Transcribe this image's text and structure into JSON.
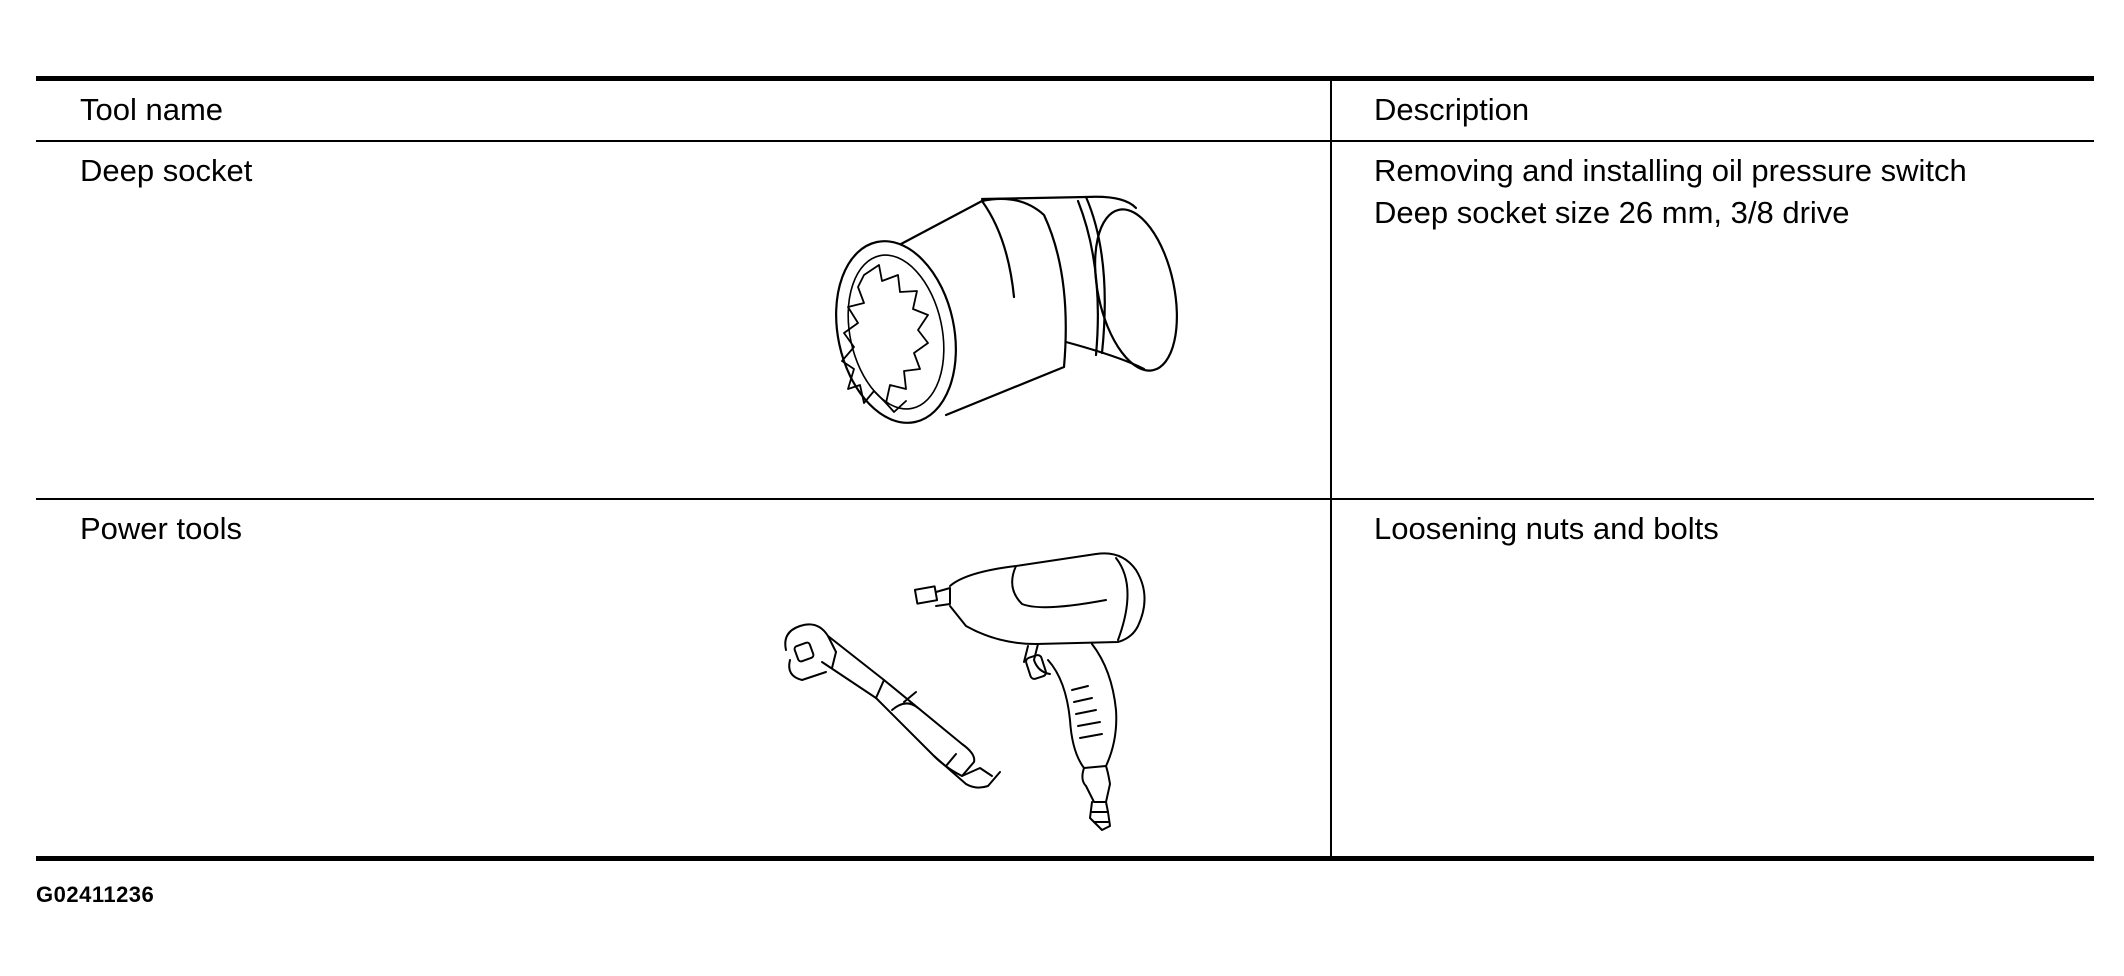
{
  "table": {
    "header": {
      "tool_name": "Tool name",
      "description": "Description"
    },
    "rows": [
      {
        "tool_name": "Deep socket",
        "description_lines": [
          "Removing and installing oil pressure switch",
          "Deep socket size 26 mm, 3/8 drive"
        ],
        "illustration": "deep-socket-illustration"
      },
      {
        "tool_name": "Power tools",
        "description_lines": [
          "Loosening nuts and bolts"
        ],
        "illustration": "power-tools-illustration"
      }
    ]
  },
  "footer": {
    "figure_code": "G02411236"
  }
}
